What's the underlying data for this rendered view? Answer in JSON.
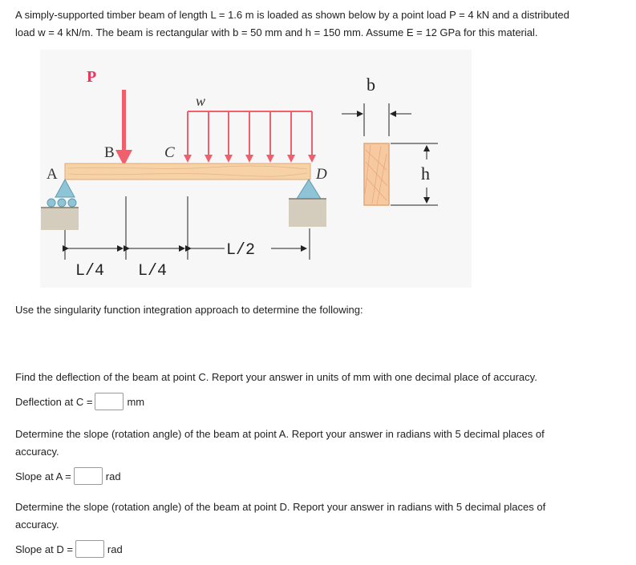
{
  "problem": {
    "line1": "A simply-supported timber beam of length L = 1.6 m is loaded as shown below by a point load P = 4 kN and a distributed",
    "line2": "load w = 4 kN/m. The beam is rectangular with b = 50 mm and h = 150 mm. Assume E = 12 GPa for this material."
  },
  "figure": {
    "label_P": "P",
    "label_w": "w",
    "label_A": "A",
    "label_B": "B",
    "label_C": "C",
    "label_D": "D",
    "label_b": "b",
    "label_h": "h",
    "dim_L4_first": "L/4",
    "dim_L4_second": "L/4",
    "dim_L2": "L/2",
    "colors": {
      "load": "#f0606c",
      "beam": "#f6d2a6",
      "beam_edge": "#e0a878",
      "support": "#8ec4d6",
      "ground": "#d4cdbd"
    }
  },
  "instructions": "Use the singularity function integration approach to determine the following:",
  "q1": {
    "prompt": "Find the deflection of the beam at point C. Report your answer in units of mm with one decimal place of accuracy.",
    "label": "Deflection at C =",
    "unit": "mm",
    "value": ""
  },
  "q2": {
    "prompt_line1": "Determine the slope (rotation angle) of the beam at point A. Report your answer in radians with 5 decimal places of",
    "prompt_line2": "accuracy.",
    "label": "Slope at A =",
    "unit": "rad",
    "value": ""
  },
  "q3": {
    "prompt_line1": "Determine the slope (rotation angle) of the beam at point D. Report your answer in radians with 5 decimal places of",
    "prompt_line2": "accuracy.",
    "label": "Slope at D =",
    "unit": "rad",
    "value": ""
  }
}
